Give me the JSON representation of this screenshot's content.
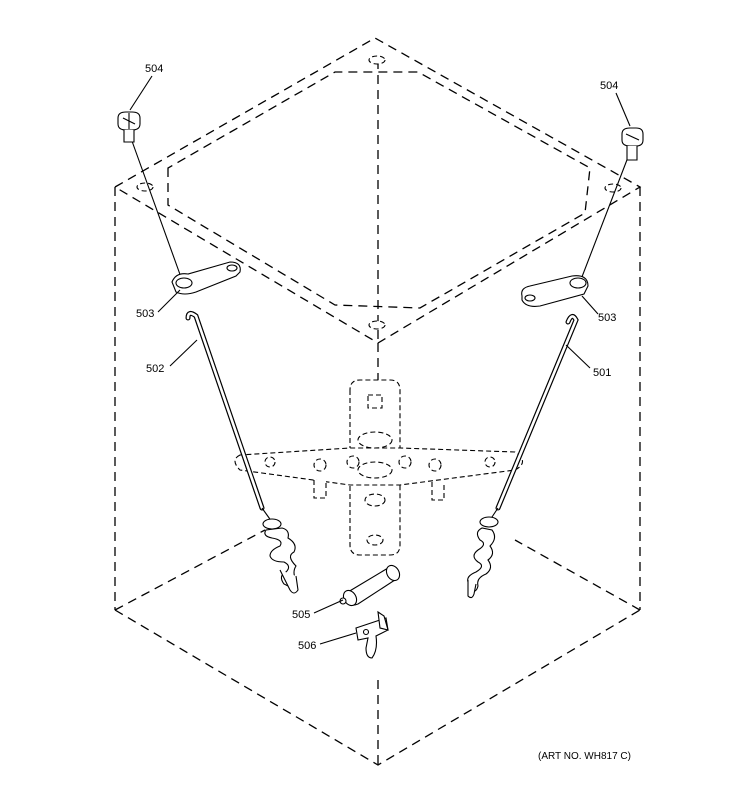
{
  "labels": {
    "p504_left": "504",
    "p504_right": "504",
    "p503_left": "503",
    "p503_right": "503",
    "p502": "502",
    "p501": "501",
    "p505": "505",
    "p506": "506"
  },
  "art_number": "(ART NO. WH817 C)"
}
